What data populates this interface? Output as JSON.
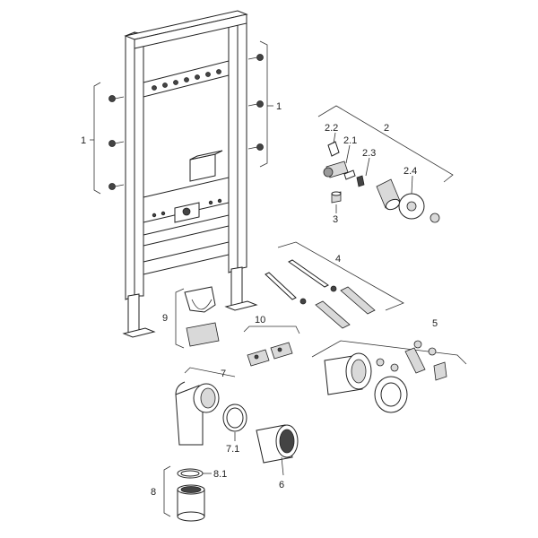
{
  "callouts": {
    "c1_left": "1",
    "c1_right": "1",
    "c2": "2",
    "c2_1": "2.1",
    "c2_2": "2.2",
    "c2_3": "2.3",
    "c2_4": "2.4",
    "c3": "3",
    "c4": "4",
    "c5": "5",
    "c6": "6",
    "c7": "7",
    "c7_1": "7.1",
    "c8": "8",
    "c8_1": "8.1",
    "c9": "9",
    "c10": "10"
  }
}
